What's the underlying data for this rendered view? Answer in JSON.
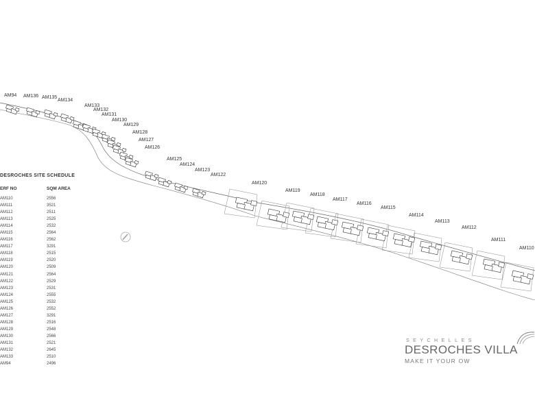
{
  "plots": [
    {
      "label": "AM94"
    },
    {
      "label": "AM136"
    },
    {
      "label": "AM135"
    },
    {
      "label": "AM134"
    },
    {
      "label": "AM133"
    },
    {
      "label": "AM132"
    },
    {
      "label": "AM131"
    },
    {
      "label": "AM130"
    },
    {
      "label": "AM129"
    },
    {
      "label": "AM128"
    },
    {
      "label": "AM127"
    },
    {
      "label": "AM126"
    },
    {
      "label": "AM125"
    },
    {
      "label": "AM124"
    },
    {
      "label": "AM123"
    },
    {
      "label": "AM122"
    },
    {
      "label": "AM120"
    },
    {
      "label": "AM119"
    },
    {
      "label": "AM118"
    },
    {
      "label": "AM117"
    },
    {
      "label": "AM116"
    },
    {
      "label": "AM115"
    },
    {
      "label": "AM114"
    },
    {
      "label": "AM113"
    },
    {
      "label": "AM112"
    },
    {
      "label": "AM111"
    },
    {
      "label": "AM110"
    }
  ],
  "schedule": {
    "title": "DESROCHES SITE SCHEDULE",
    "col_erf": "ERF NO",
    "col_area": "SQM AREA",
    "rows": [
      {
        "erf": "AM110",
        "area": "2556"
      },
      {
        "erf": "AM111",
        "area": "3521"
      },
      {
        "erf": "AM112",
        "area": "2511"
      },
      {
        "erf": "AM113",
        "area": "2525"
      },
      {
        "erf": "AM114",
        "area": "2532"
      },
      {
        "erf": "AM115",
        "area": "2564"
      },
      {
        "erf": "AM116",
        "area": "2562"
      },
      {
        "erf": "AM117",
        "area": "3291"
      },
      {
        "erf": "AM118",
        "area": "2515"
      },
      {
        "erf": "AM119",
        "area": "2520"
      },
      {
        "erf": "AM120",
        "area": "2509"
      },
      {
        "erf": "AM121",
        "area": "2564"
      },
      {
        "erf": "AM122",
        "area": "2529"
      },
      {
        "erf": "AM123",
        "area": "2531"
      },
      {
        "erf": "AM124",
        "area": "2555"
      },
      {
        "erf": "AM125",
        "area": "2532"
      },
      {
        "erf": "AM126",
        "area": "2552"
      },
      {
        "erf": "AM127",
        "area": "3291"
      },
      {
        "erf": "AM128",
        "area": "2516"
      },
      {
        "erf": "AM129",
        "area": "2548"
      },
      {
        "erf": "AM130",
        "area": "2566"
      },
      {
        "erf": "AM131",
        "area": "2521"
      },
      {
        "erf": "AM132",
        "area": "2645"
      },
      {
        "erf": "AM133",
        "area": "2510"
      },
      {
        "erf": "AM94",
        "area": "2496"
      }
    ]
  },
  "brand": {
    "tagline": "SEYCHELLES",
    "name": "DESROCHES VILLA",
    "slogan": "MAKE IT YOUR OW"
  },
  "colors": {
    "line": "#555555",
    "ink": "#222222",
    "paper": "#ffffff"
  }
}
